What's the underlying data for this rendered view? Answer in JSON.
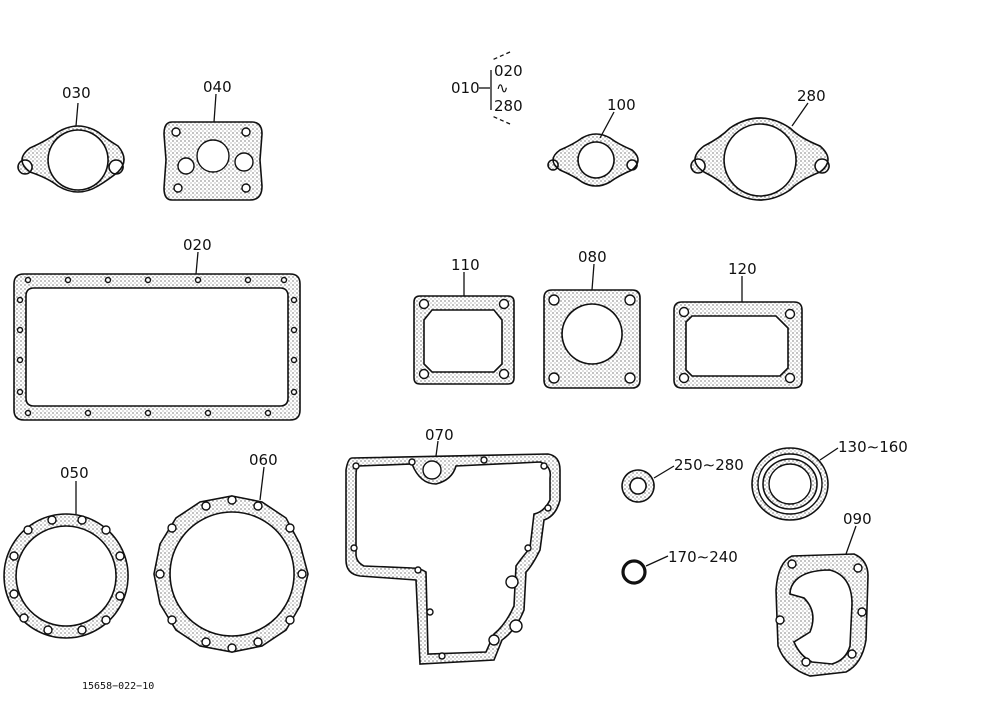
{
  "labels": {
    "p010": "010",
    "p020_range_start": "020",
    "p020_range_sep": "∿",
    "p020_range_end": "280",
    "p030": "030",
    "p040": "040",
    "p100": "100",
    "p280": "280",
    "p020": "020",
    "p110": "110",
    "p080": "080",
    "p120": "120",
    "p070": "070",
    "p050": "050",
    "p060": "060",
    "p250": "250∼280",
    "p130": "130∼160",
    "p170": "170∼240",
    "p090": "090"
  },
  "footer": {
    "code": "15658−022−10"
  },
  "colors": {
    "line": "#111111",
    "background": "#ffffff"
  }
}
